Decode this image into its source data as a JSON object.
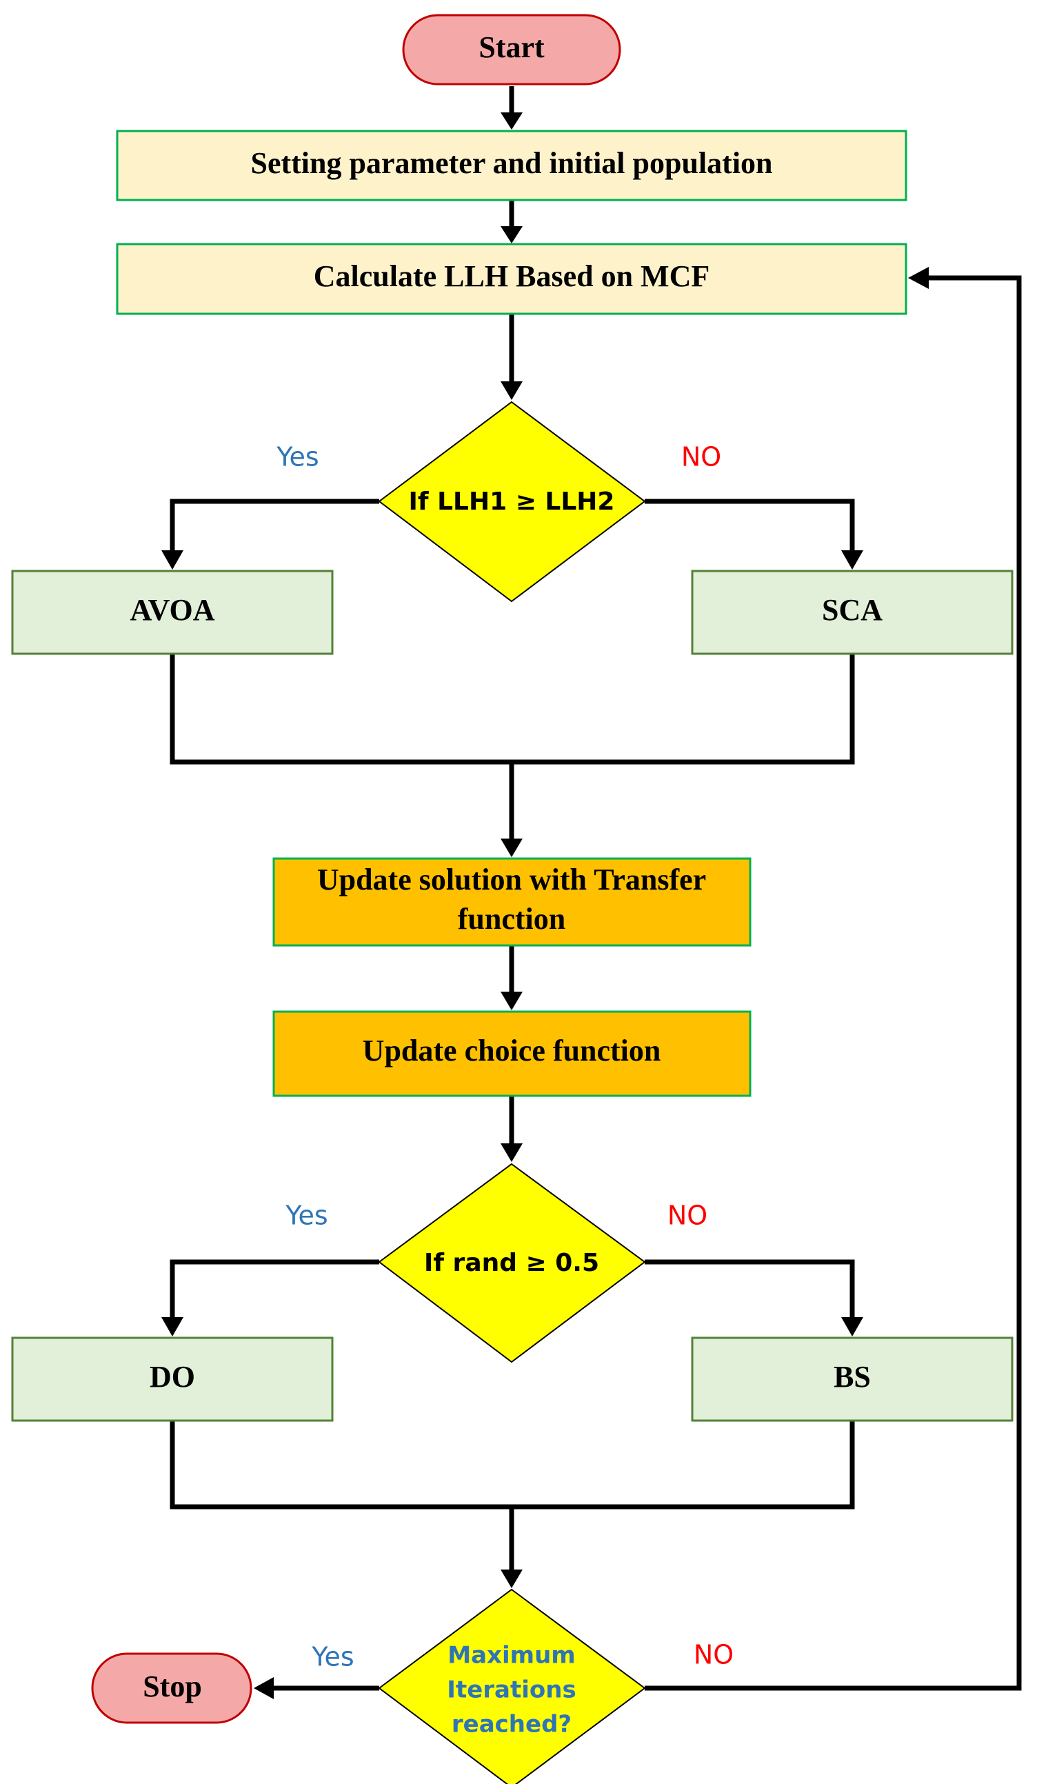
{
  "nodes": {
    "start": "Start",
    "setup": "Setting parameter and initial population",
    "calc": "Calculate LLH Based on MCF",
    "decision1": "If LLH1 ≥ LLH2",
    "avoa": "AVOA",
    "sca": "SCA",
    "update_line1": "Update solution with Transfer",
    "update_line2": "function",
    "choice": "Update choice function",
    "decision2": "If rand ≥ 0.5",
    "do": "DO",
    "bs": "BS",
    "decision3_line1": "Maximum",
    "decision3_line2": "Iterations",
    "decision3_line3": "reached?",
    "stop": "Stop"
  },
  "labels": {
    "d1_yes": "Yes",
    "d1_no": "NO",
    "d2_yes": "Yes",
    "d2_no": "NO",
    "d3_yes": "Yes",
    "d3_no": "NO"
  },
  "colors": {
    "terminal_fill": "#f4a9a8",
    "terminal_stroke": "#c00000",
    "process_fill": "#fef2cb",
    "process_stroke": "#00b050",
    "algo_fill": "#e2efd9",
    "algo_stroke": "#538135",
    "update_fill": "#ffc000",
    "decision_fill": "#ffff00",
    "decision_stroke": "#000000",
    "yes_color": "#2e75b6",
    "no_color": "#ff0000"
  }
}
